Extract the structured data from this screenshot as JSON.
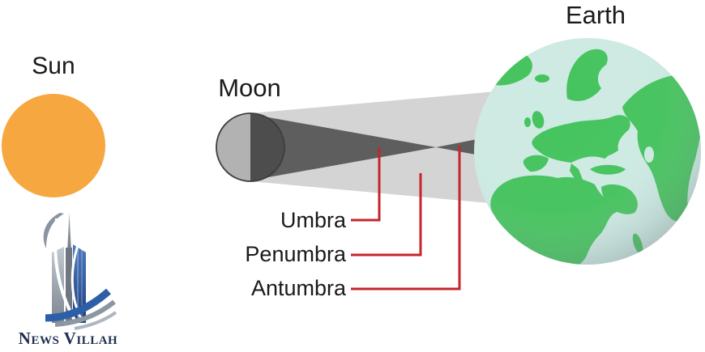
{
  "page": {
    "background": "#ffffff"
  },
  "diagram": {
    "sun": {
      "label": "Sun",
      "color": "#F6A73F"
    },
    "moon": {
      "label": "Moon",
      "light_color": "#b2b2b2",
      "dark_color": "#4d4d4d",
      "outline_color": "#3d3d3d"
    },
    "earth": {
      "label": "Earth",
      "ocean_color": "#cdeae3",
      "land_color": "#44c35d"
    },
    "shadows": {
      "penumbra_color": "#d4d4d4",
      "umbra_color": "#5e5e5e"
    },
    "callout_color": "#c4262c",
    "label_color": "#1a1a1a",
    "callouts": [
      {
        "label": "Umbra"
      },
      {
        "label": "Penumbra"
      },
      {
        "label": "Antumbra"
      }
    ]
  },
  "watermark": {
    "brand": "News Villah",
    "text_color": "#20304f",
    "building_blue": "#2d5fa8",
    "building_gray": "#8d97a1"
  }
}
